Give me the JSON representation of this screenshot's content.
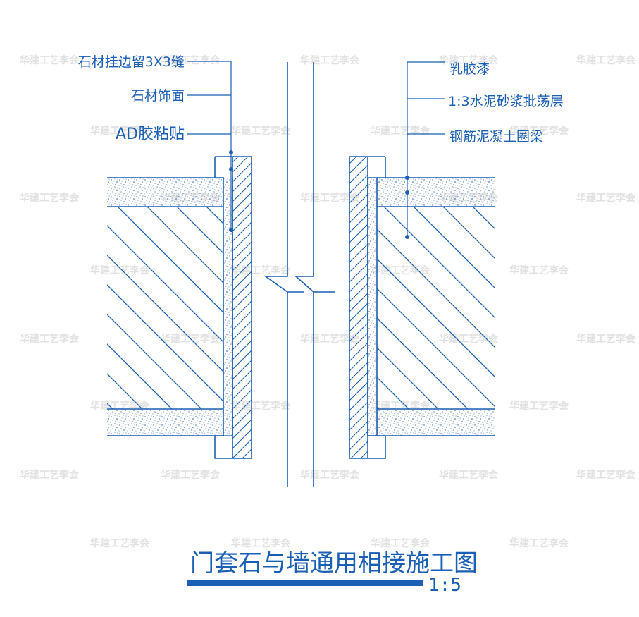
{
  "title": "门套石与墙通用相接施工图",
  "scale": "1:5",
  "colors": {
    "line": "#1a5fb4",
    "watermark": "#c9c9c9",
    "background": "#ffffff"
  },
  "left_labels": [
    {
      "text": "石材挂边留3X3缝"
    },
    {
      "text": "石材饰面"
    },
    {
      "text": "AD胶粘贴"
    }
  ],
  "right_labels": [
    {
      "text": "乳胶漆"
    },
    {
      "text": "1:3水泥砂浆批荡层"
    },
    {
      "text": "钢筋泥凝土圈梁"
    }
  ],
  "watermark": "华建工艺李会"
}
